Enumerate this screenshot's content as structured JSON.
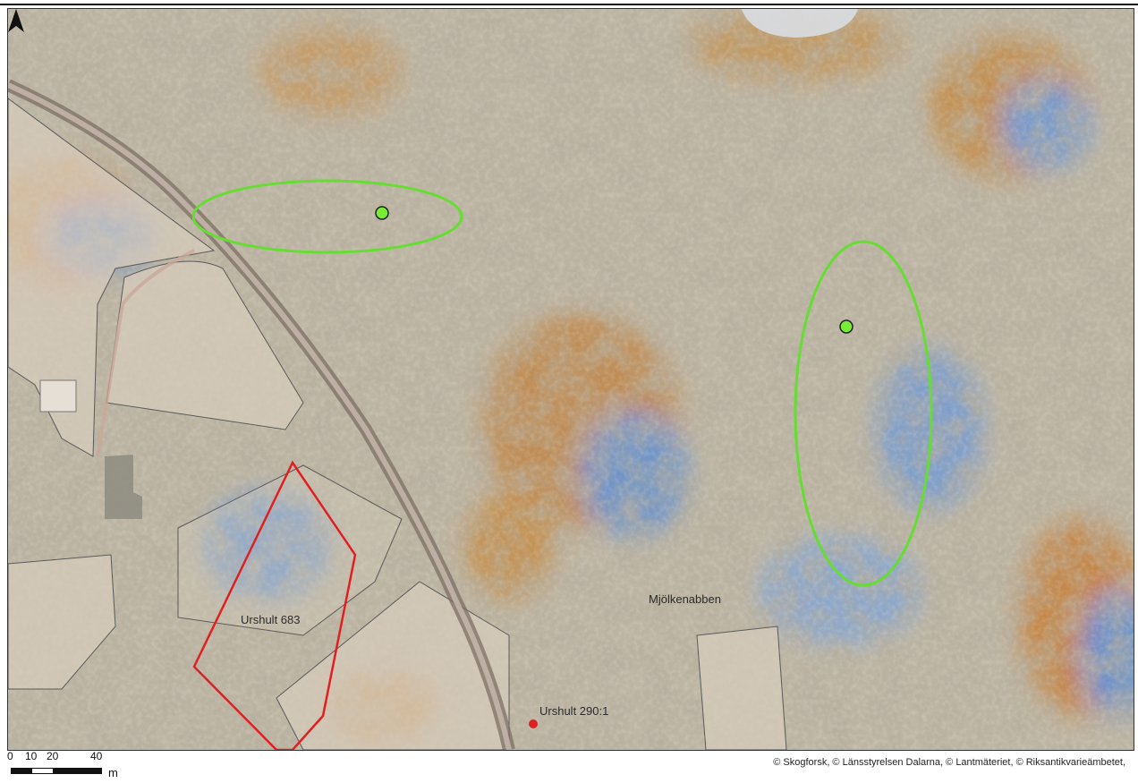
{
  "map": {
    "place_labels": {
      "urshult_683": "Urshult 683",
      "mjolkenabben": "Mjölkenabben",
      "urshult_290_1": "Urshult 290:1"
    },
    "colors": {
      "terrain_base": "#b9b4a6",
      "terrain_warm": "#c98a3a",
      "terrain_cool": "#5b8fd6",
      "road": "#8a7a6e",
      "parcel_fill": "#d8cdbd",
      "parcel_outline": "#5a5a5a",
      "highlight_ellipse": "#66dd33",
      "marker_green": "#77ee33",
      "polygon_red": "#e02020",
      "marker_red": "#dd2222"
    },
    "north_arrow_icon": "north-arrow-icon"
  },
  "scale_bar": {
    "tick_0": "0",
    "tick_10": "10",
    "tick_20": "20",
    "tick_40": "40",
    "unit": "m"
  },
  "attribution": "© Skogforsk, © Länsstyrelsen Dalarna, © Lantmäteriet, © Riksantikvarieämbetet,"
}
